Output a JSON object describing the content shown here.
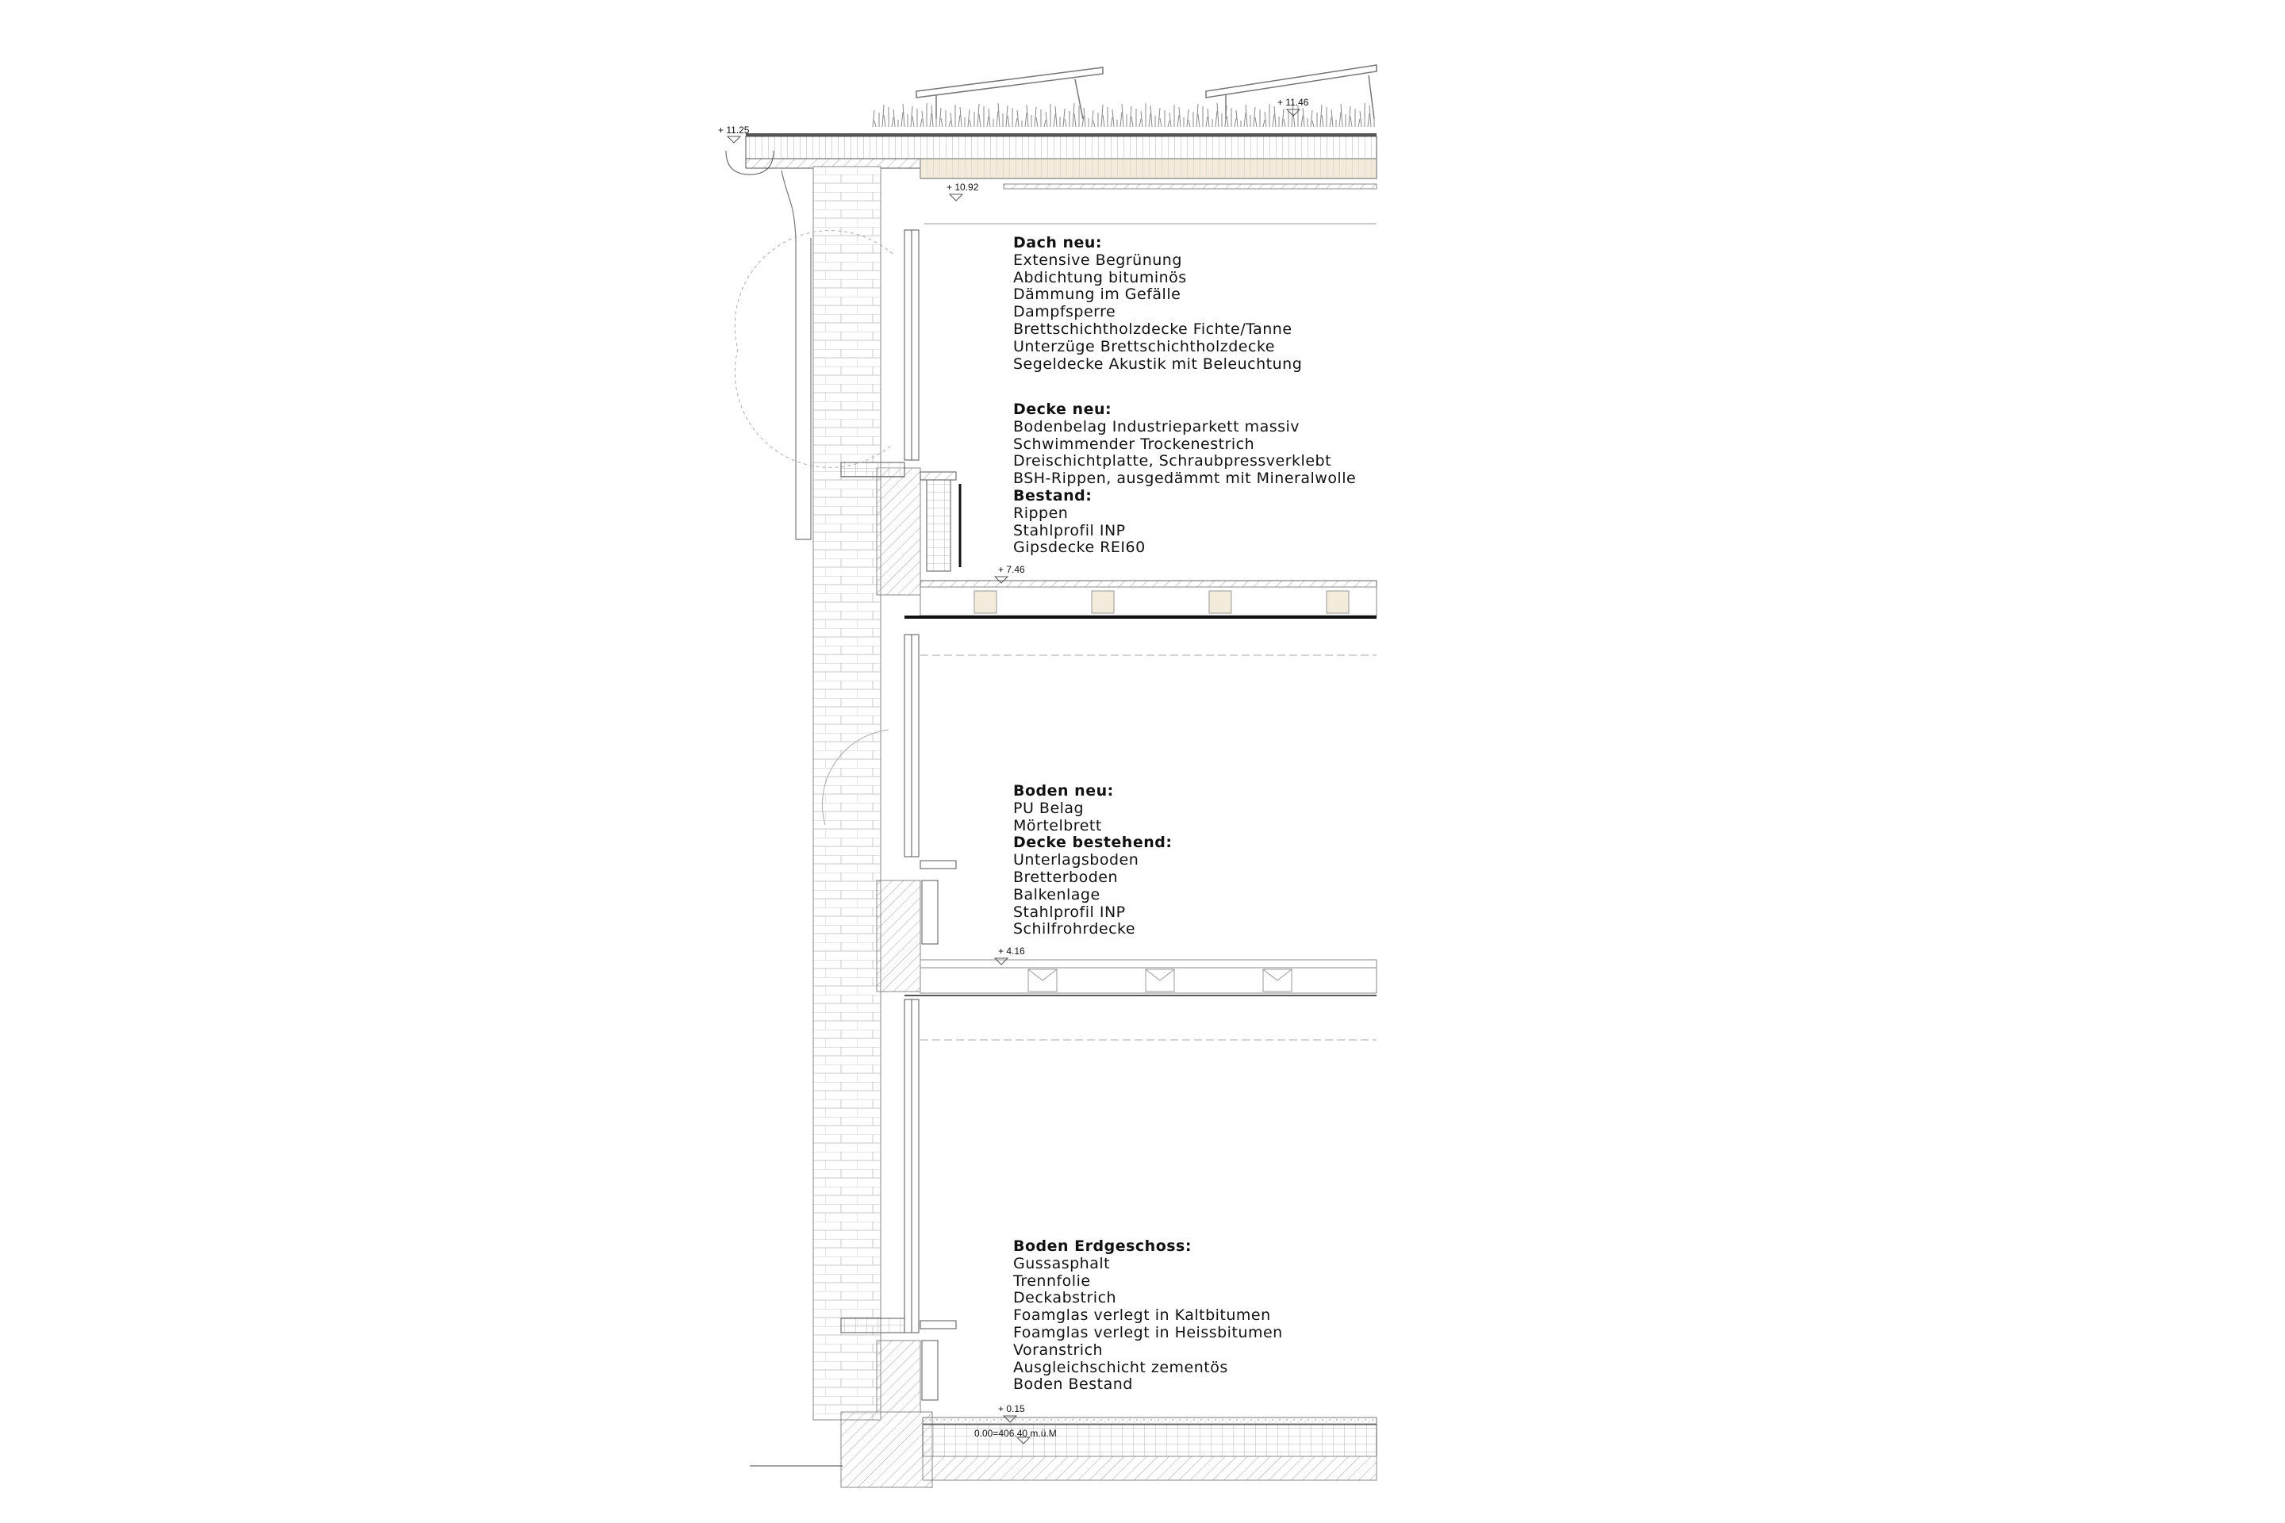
{
  "levels": {
    "eave": "+ 11.25",
    "roof_top": "+ 11.46",
    "roof_underside": "+ 10.92",
    "upper_floor": "+ 7.46",
    "first_floor": "+ 4.16",
    "ground_floor": "+ 0.15",
    "datum": "0.00=406.40 m.ü.M"
  },
  "notes": [
    {
      "lines": [
        {
          "text": "Dach neu:",
          "bold": true
        },
        {
          "text": "Extensive Begrünung"
        },
        {
          "text": "Abdichtung bituminös"
        },
        {
          "text": "Dämmung im Gefälle"
        },
        {
          "text": "Dampfsperre"
        },
        {
          "text": "Brettschichtholzdecke Fichte/Tanne"
        },
        {
          "text": "Unterzüge Brettschichtholzdecke"
        },
        {
          "text": "Segeldecke Akustik mit Beleuchtung"
        }
      ]
    },
    {
      "lines": [
        {
          "text": "Decke neu:",
          "bold": true
        },
        {
          "text": "Bodenbelag Industrieparkett massiv"
        },
        {
          "text": "Schwimmender Trockenestrich"
        },
        {
          "text": "Dreischichtplatte, Schraubpressverklebt"
        },
        {
          "text": "BSH-Rippen, ausgedämmt mit Mineralwolle"
        },
        {
          "text": "Bestand:",
          "bold": true
        },
        {
          "text": "Rippen"
        },
        {
          "text": "Stahlprofil INP"
        },
        {
          "text": "Gipsdecke REI60"
        }
      ]
    },
    {
      "lines": [
        {
          "text": "Boden neu:",
          "bold": true
        },
        {
          "text": "PU Belag"
        },
        {
          "text": "Mörtelbrett"
        },
        {
          "text": "Decke bestehend:",
          "bold": true
        },
        {
          "text": "Unterlagsboden"
        },
        {
          "text": "Bretterboden"
        },
        {
          "text": "Balkenlage"
        },
        {
          "text": "Stahlprofil INP"
        },
        {
          "text": "Schilfrohrdecke"
        }
      ]
    },
    {
      "lines": [
        {
          "text": "Boden Erdgeschoss:",
          "bold": true
        },
        {
          "text": "Gussasphalt"
        },
        {
          "text": "Trennfolie"
        },
        {
          "text": "Deckabstrich"
        },
        {
          "text": "Foamglas verlegt in Kaltbitumen"
        },
        {
          "text": "Foamglas verlegt in Heissbitumen"
        },
        {
          "text": "Voranstrich"
        },
        {
          "text": "Ausgleichschicht zementös"
        },
        {
          "text": "Boden Bestand"
        }
      ]
    }
  ],
  "colors": {
    "line": "#333333",
    "insulation": "#f3ecdc",
    "hatch": "#9a9a9a"
  }
}
